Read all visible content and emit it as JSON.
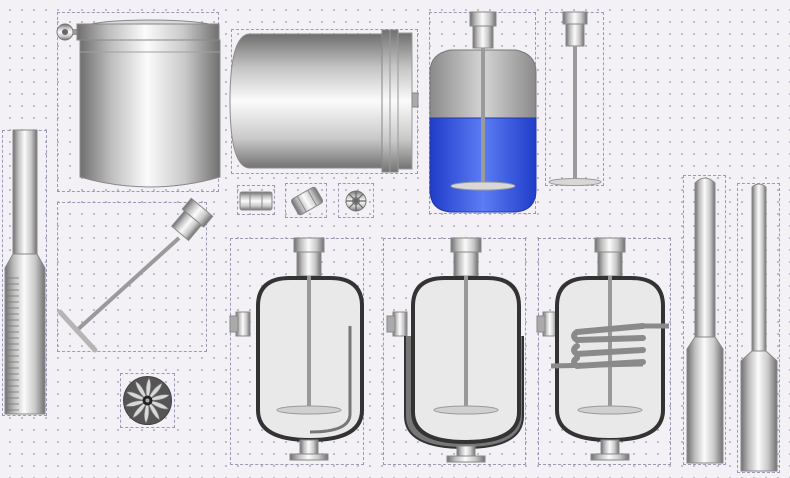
{
  "canvas": {
    "background": "#f4f1f6",
    "grid_dot_color": "#b8b3c4",
    "selection_outline_color": "#9c98b8"
  },
  "palette": {
    "steel_dark": "#6f6f6f",
    "steel_light": "#fbfbfb",
    "liquid_blue": "#3c5ee8",
    "vessel_outline": "#333333",
    "vessel_interior": "#e9e9e9"
  },
  "library_symbols": [
    {
      "name": "vertical-tank-open-top",
      "kind": "tank",
      "selected": true
    },
    {
      "name": "horizontal-tank",
      "kind": "tank",
      "selected": true
    },
    {
      "name": "mixing-tank-with-liquid",
      "kind": "mixer",
      "selected": true,
      "liquid_level": 0.55
    },
    {
      "name": "agitator-shaft",
      "kind": "agitator",
      "selected": true
    },
    {
      "name": "angled-side-agitator",
      "kind": "agitator",
      "selected": true
    },
    {
      "name": "coupling-side-view",
      "kind": "coupling",
      "selected": true
    },
    {
      "name": "coupling-angled-view",
      "kind": "coupling",
      "selected": true
    },
    {
      "name": "coupling-end-view",
      "kind": "coupling",
      "selected": true
    },
    {
      "name": "jacketed-reactor",
      "kind": "reactor",
      "selected": true
    },
    {
      "name": "jacketed-reactor-full-jacket",
      "kind": "reactor",
      "selected": true
    },
    {
      "name": "reactor-with-heating-coil",
      "kind": "reactor",
      "selected": true
    },
    {
      "name": "graduated-column-left",
      "kind": "column",
      "selected": true
    },
    {
      "name": "tall-column",
      "kind": "column",
      "selected": true
    },
    {
      "name": "short-column",
      "kind": "column",
      "selected": true
    },
    {
      "name": "impeller-fan",
      "kind": "impeller",
      "selected": true
    }
  ]
}
